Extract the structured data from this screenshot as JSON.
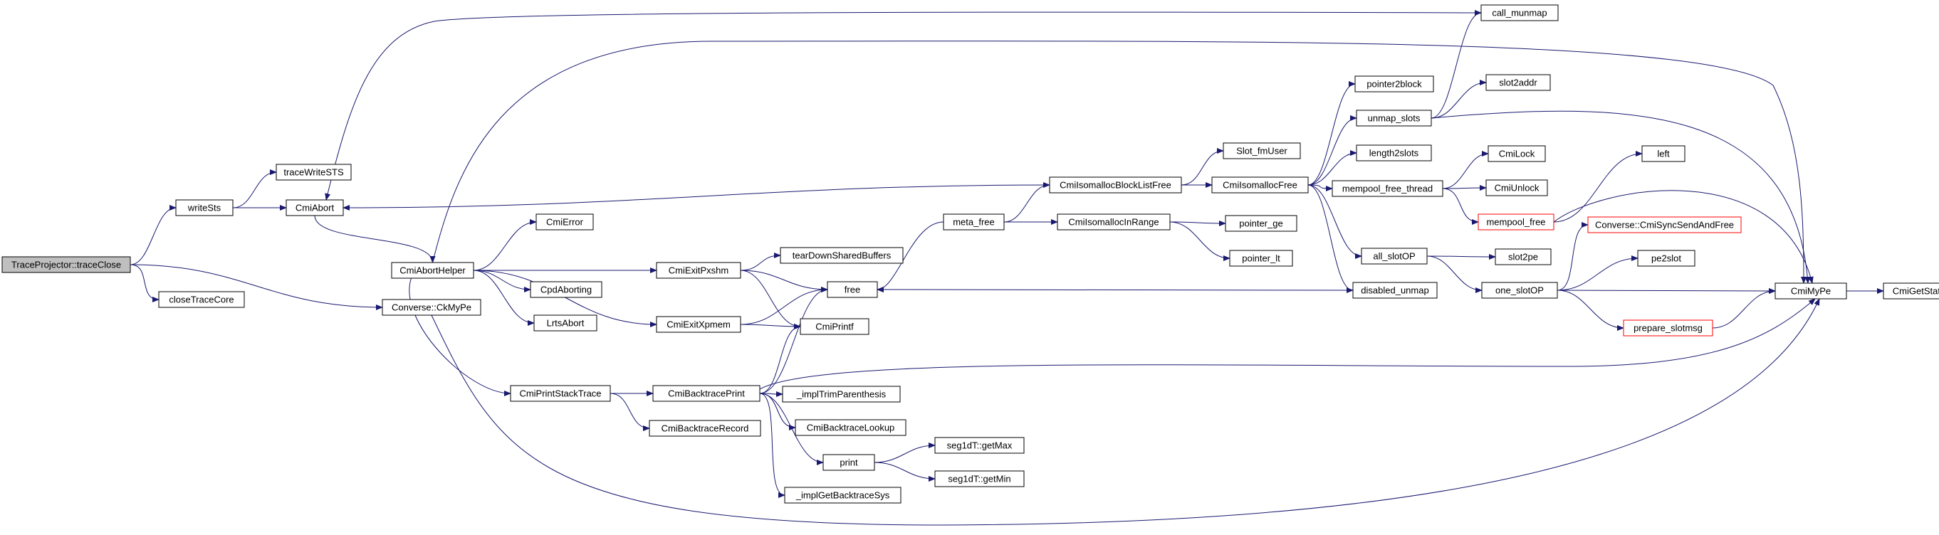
{
  "colors": {
    "edge": "#191970",
    "node_border": "#000000",
    "node_fill": "#ffffff",
    "root_fill": "#bfbfbf",
    "truncated_border": "#ff0000"
  },
  "nodes": {
    "trace_close": "TraceProjector::traceClose",
    "write_sts": "writeSts",
    "close_trace_core": "closeTraceCore",
    "trace_write_sts": "traceWriteSTS",
    "cmi_abort": "CmiAbort",
    "cmi_abort_helper": "CmiAbortHelper",
    "converse_ckmype": "Converse::CkMyPe",
    "cmi_error": "CmiError",
    "cpd_aborting": "CpdAborting",
    "lrts_abort": "LrtsAbort",
    "cmi_exit_pxshm": "CmiExitPxshm",
    "cmi_exit_xpmem": "CmiExitXpmem",
    "cmi_print_stack_trace": "CmiPrintStackTrace",
    "cmi_backtrace_print": "CmiBacktracePrint",
    "cmi_backtrace_record": "CmiBacktraceRecord",
    "teardown_shared_buffers": "tearDownSharedBuffers",
    "free": "free",
    "cmi_printf": "CmiPrintf",
    "impl_trim_parenthesis": "_implTrimParenthesis",
    "cmi_backtrace_lookup": "CmiBacktraceLookup",
    "print": "print",
    "impl_get_backtrace_sys": "_implGetBacktraceSys",
    "seg1d_getmax": "seg1dT::getMax",
    "seg1d_getmin": "seg1dT::getMin",
    "meta_free": "meta_free",
    "cmi_isomalloc_block_list_free": "CmiIsomallocBlockListFree",
    "cmi_isomalloc_in_range": "CmiIsomallocInRange",
    "cmi_isomalloc_free": "CmiIsomallocFree",
    "slot_fm_user": "Slot_fmUser",
    "pointer_ge": "pointer_ge",
    "pointer_lt": "pointer_lt",
    "pointer2block": "pointer2block",
    "unmap_slots": "unmap_slots",
    "length2slots": "length2slots",
    "mempool_free_thread": "mempool_free_thread",
    "all_slotop": "all_slotOP",
    "disabled_unmap": "disabled_unmap",
    "slot2addr": "slot2addr",
    "call_munmap": "call_munmap",
    "cmi_lock": "CmiLock",
    "cmi_unlock": "CmiUnlock",
    "mempool_free": "mempool_free",
    "left": "left",
    "slot2pe": "slot2pe",
    "one_slotop": "one_slotOP",
    "converse_cmisync_send_and_free": "Converse::CmiSyncSendAndFree",
    "pe2slot": "pe2slot",
    "prepare_slotmsg": "prepare_slotmsg",
    "cmi_mype": "CmiMyPe",
    "cmi_get_state": "CmiGetState"
  }
}
